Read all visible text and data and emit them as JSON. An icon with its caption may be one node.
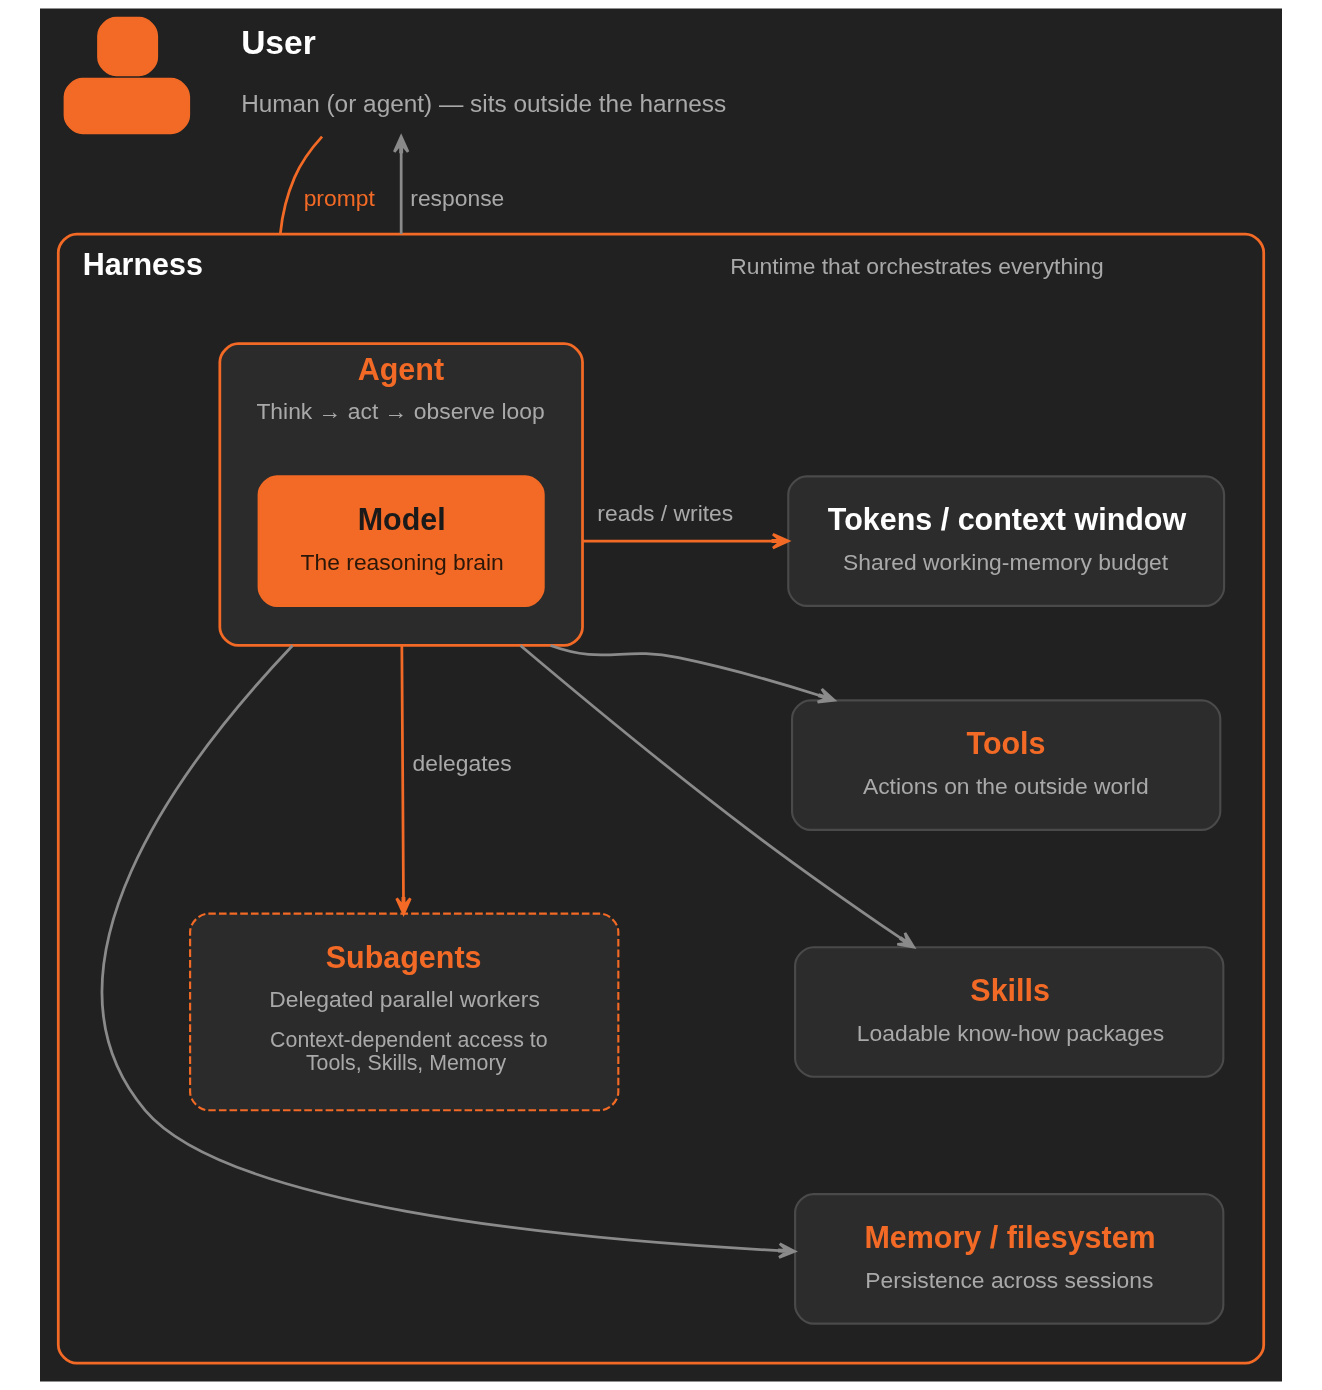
{
  "diagram": {
    "nodes": [
      {
        "text": [
          "User",
          "Human (or agent) — sits outside the harness"
        ]
      },
      {
        "text": [
          "Harness",
          "Runtime that orchestrates everything"
        ]
      },
      {
        "text": [
          "Agent",
          "Think → act → observe loop"
        ],
        "in": 1
      },
      {
        "text": [
          "Model",
          "The reasoning brain"
        ],
        "in": 2
      },
      {
        "text": [
          "Tokens / context window",
          "Shared working-memory budget"
        ],
        "in": 1
      },
      {
        "text": [
          "Tools",
          "Actions on the outside world"
        ],
        "in": 1
      },
      {
        "text": [
          "Subagents",
          "Delegated parallel workers",
          "Context-dependent access to Tools, Skills, Memory"
        ],
        "in": 1
      },
      {
        "text": [
          "Skills",
          "Loadable know-how packages"
        ],
        "in": 1
      },
      {
        "text": [
          "Memory / filesystem",
          "Persistence across sessions"
        ],
        "in": 1
      }
    ],
    "edges": [
      {
        "from": 0,
        "to": 1,
        "arrow": "none",
        "label": "prompt",
        "color": "#f26a25"
      },
      {
        "from": 1,
        "to": 0,
        "arrow": "to",
        "label": "response"
      },
      {
        "from": 2,
        "to": 4,
        "arrow": "to",
        "label": "reads / writes",
        "color": "#f26a25"
      },
      {
        "from": 2,
        "to": 6,
        "arrow": "to",
        "label": "delegates",
        "color": "#f26a25"
      },
      {
        "from": 2,
        "to": 5,
        "arrow": "to"
      },
      {
        "from": 2,
        "to": 7,
        "arrow": "to"
      },
      {
        "from": 2,
        "to": 8,
        "arrow": "to"
      }
    ]
  }
}
